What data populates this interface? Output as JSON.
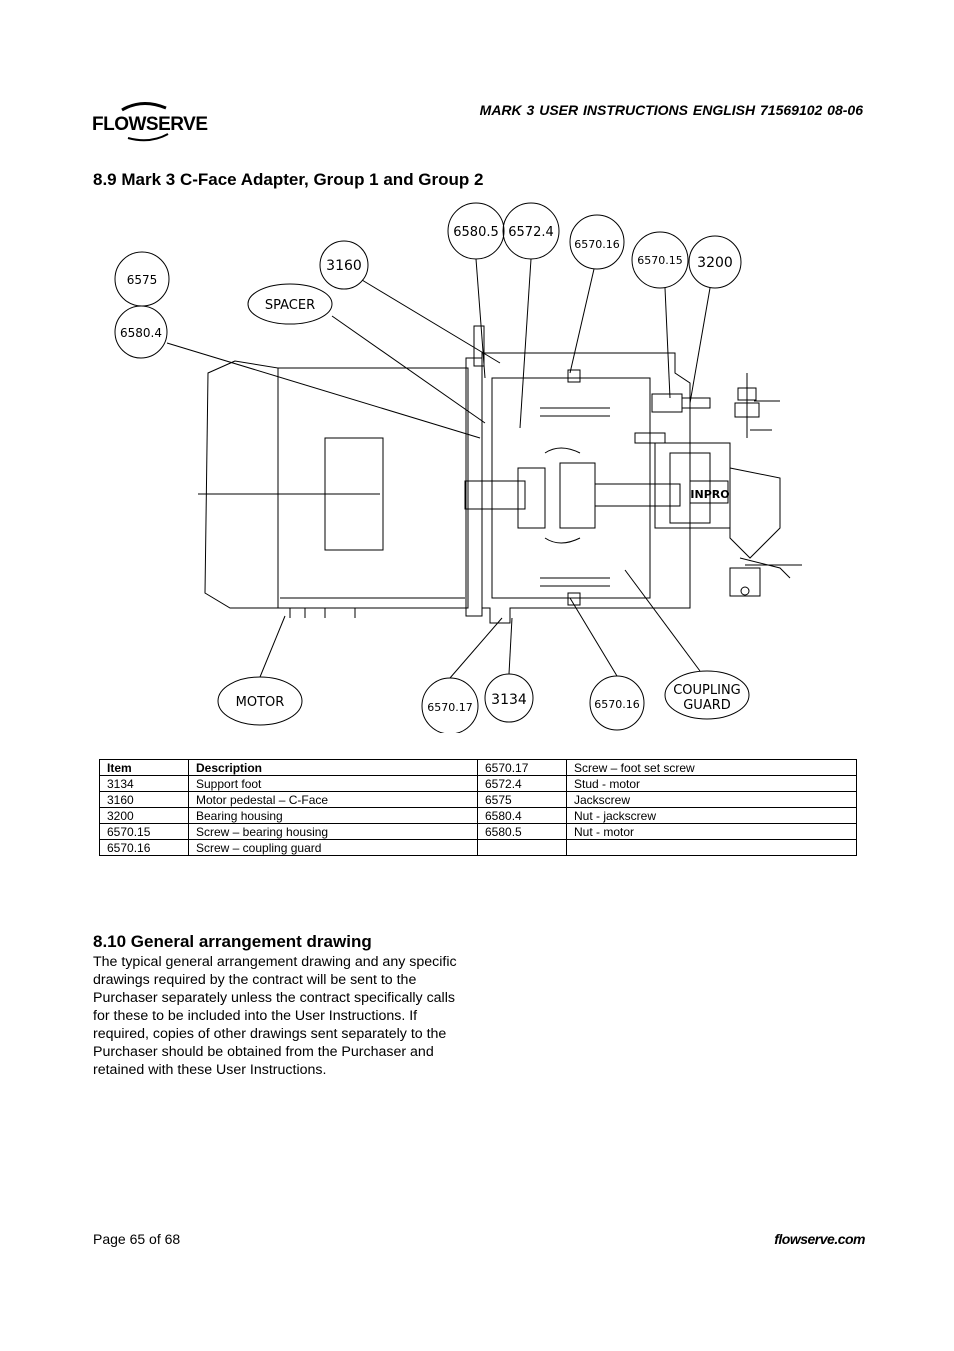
{
  "header": {
    "logo_text": "FLOWSERVE",
    "doc_title": "MARK 3  USER INSTRUCTIONS  ENGLISH  71569102  08-06"
  },
  "section_8_9": {
    "heading": "8.9  Mark 3 C-Face Adapter, Group 1 and Group 2"
  },
  "drawing": {
    "callouts": {
      "c6580_5": "6580.5",
      "c6572_4": "6572.4",
      "c6570_16_top": "6570.16",
      "c6570_15": "6570.15",
      "c3200": "3200",
      "c6575": "6575",
      "c3160": "3160",
      "spacer": "SPACER",
      "c6580_4": "6580.4",
      "motor": "MOTOR",
      "c6570_17": "6570.17",
      "c3134": "3134",
      "c6570_16_bottom": "6570.16",
      "coupling_guard_1": "COUPLING",
      "coupling_guard_2": "GUARD",
      "inpro": "INPRO"
    }
  },
  "parts_table": {
    "headers": {
      "item": "Item",
      "description": "Description"
    },
    "rows": [
      {
        "item_l": "3134",
        "desc_l": "Support foot",
        "item_r": "6572.4",
        "desc_r": "Stud - motor"
      },
      {
        "item_l": "3160",
        "desc_l": "Motor pedestal – C-Face",
        "item_r": "6575",
        "desc_r": "Jackscrew"
      },
      {
        "item_l": "3200",
        "desc_l": "Bearing housing",
        "item_r": "6580.4",
        "desc_r": "Nut - jackscrew"
      },
      {
        "item_l": "6570.15",
        "desc_l": "Screw – bearing housing",
        "item_r": "6580.5",
        "desc_r": "Nut - motor"
      },
      {
        "item_l": "6570.16",
        "desc_l": "Screw – coupling guard",
        "item_r": "",
        "desc_r": ""
      }
    ],
    "header_right_item": "6570.17",
    "header_right_desc": "Screw – foot set screw"
  },
  "section_8_10": {
    "heading": "8.10  General arrangement drawing",
    "body": "The typical general arrangement drawing and any specific drawings required by the contract will be sent to the Purchaser separately unless the contract specifically calls for these to be included into the User Instructions.  If required, copies of other drawings sent separately to the Purchaser should be obtained from the Purchaser and retained with these User Instructions."
  },
  "footer": {
    "page": "Page 65 of 68",
    "site": "flowserve.com"
  }
}
